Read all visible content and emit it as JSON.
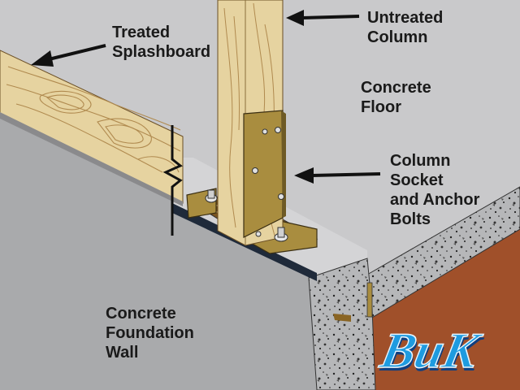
{
  "labels": {
    "treated_splashboard": [
      "Treated",
      "Splashboard"
    ],
    "untreated_column": [
      "Untreated",
      "Column"
    ],
    "concrete_floor": [
      "Concrete",
      "Floor"
    ],
    "column_socket": [
      "Column",
      "Socket",
      "and Anchor",
      "Bolts"
    ],
    "foundation_wall": [
      "Concrete",
      "Foundation",
      "Wall"
    ]
  },
  "logo_text": "BuK",
  "colors": {
    "background": "#c9c9cb",
    "concrete_wall": "#a9aaac",
    "wood": "#e6d3a0",
    "steel_socket": "#a98d3f",
    "soil": "#a0502a",
    "logo_blue": "#1e9be0"
  },
  "icons": [
    "arrow-icon",
    "break-line-icon",
    "bolt-icon"
  ]
}
